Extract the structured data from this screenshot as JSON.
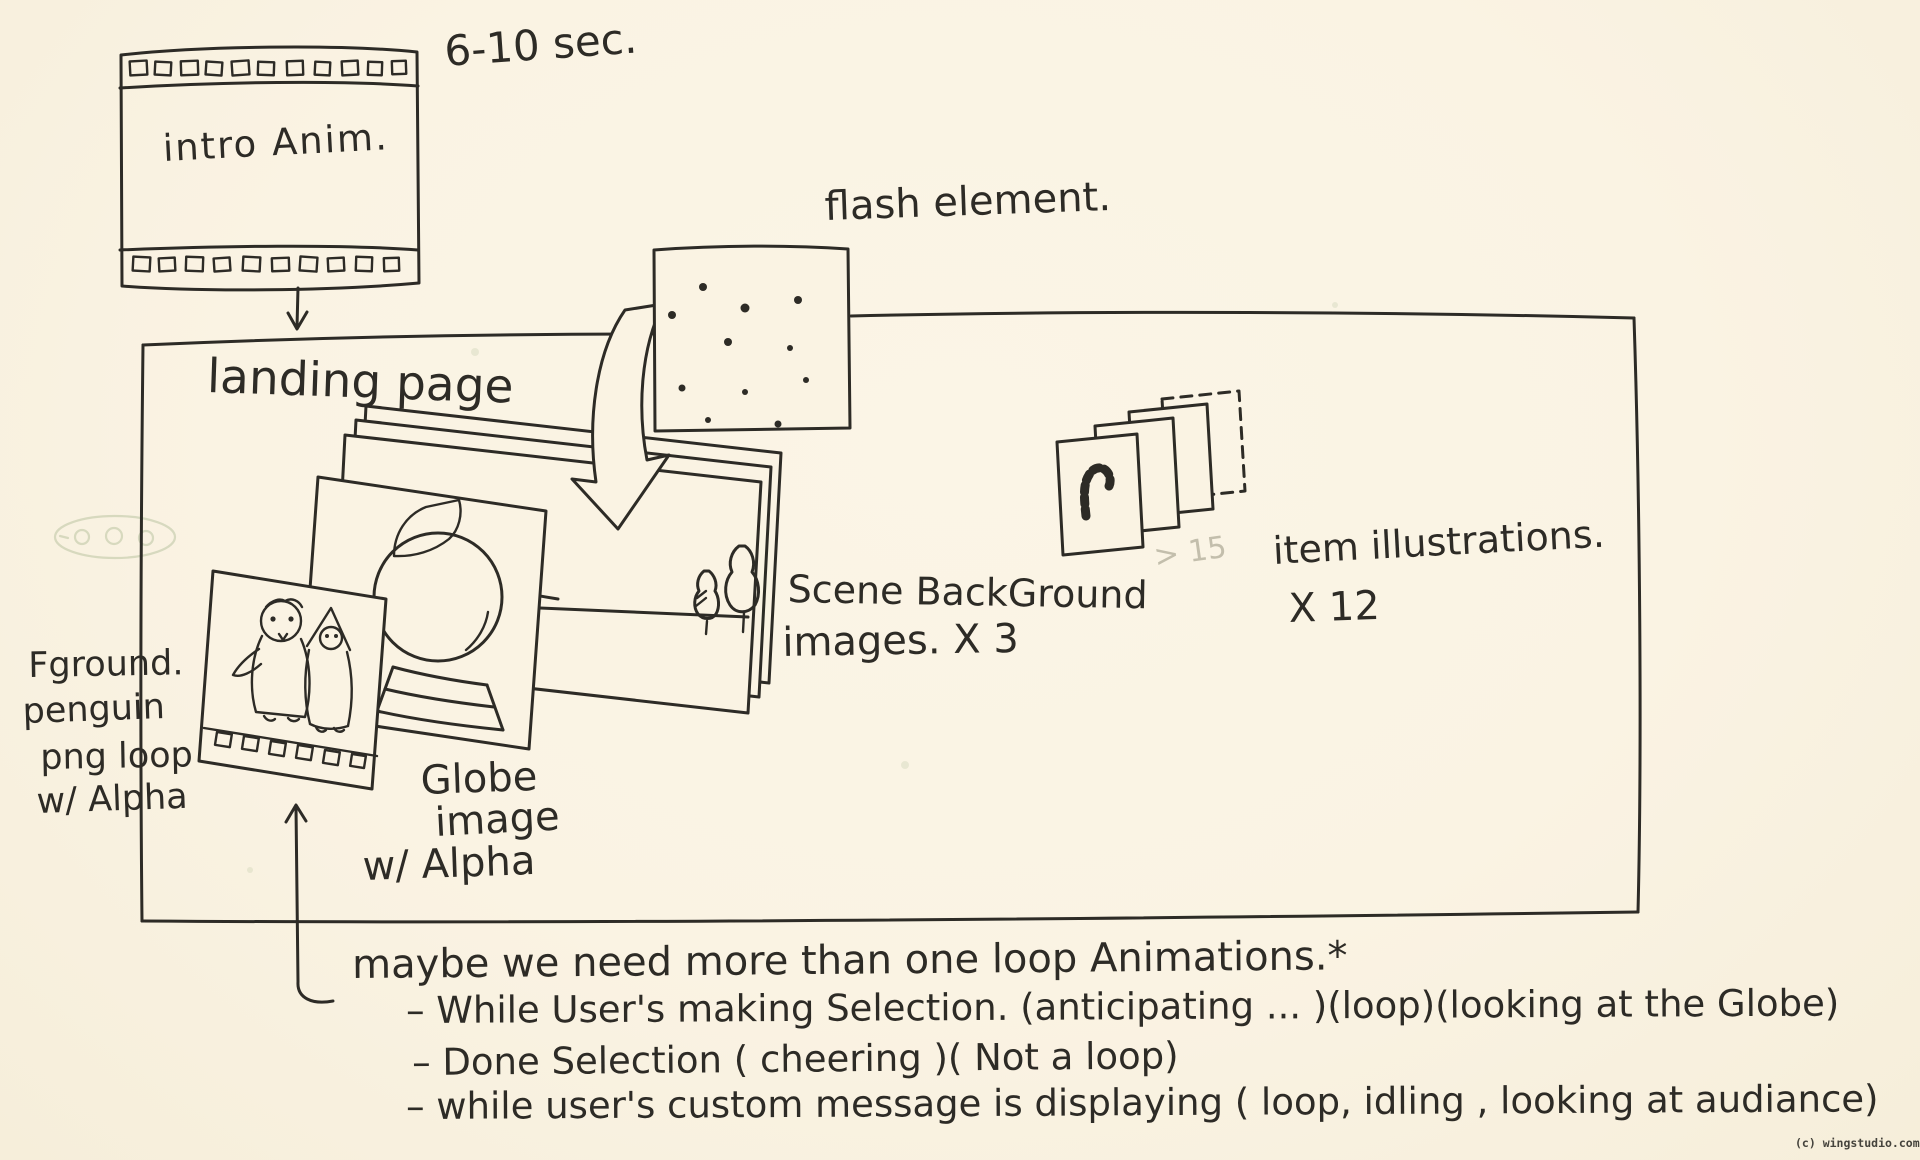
{
  "canvas": {
    "paper_color": "#faf3e3",
    "ink_color": "#2d2b26"
  },
  "labels": {
    "duration_note": "6-10 sec.",
    "intro_anim": "intro Anim.",
    "flash_element": "flash element.",
    "landing_page": "landing page",
    "scene_background": {
      "line1": "Scene BackGround",
      "line2": "images. X 3"
    },
    "item_illustrations": {
      "line1": "item illustrations.",
      "line2": "X 12",
      "faint_note": "> 15"
    },
    "foreground_penguin": {
      "line1": "Fground.",
      "line2": "penguin",
      "line3": "png loop",
      "line4": "w/ Alpha"
    },
    "globe_image": {
      "line1": "Globe",
      "line2": "image",
      "line3": "w/ Alpha"
    }
  },
  "notes": {
    "heading": "maybe we need more than one loop Animations.*",
    "items": [
      "– While User's making Selection. (anticipating ... )(loop)(looking at the Globe)",
      "– Done Selection  ( cheering )( Not a loop)",
      "– while user's custom message is displaying ( loop, idling , looking at audiance)"
    ]
  },
  "watermark": "(c) wingstudio.com"
}
